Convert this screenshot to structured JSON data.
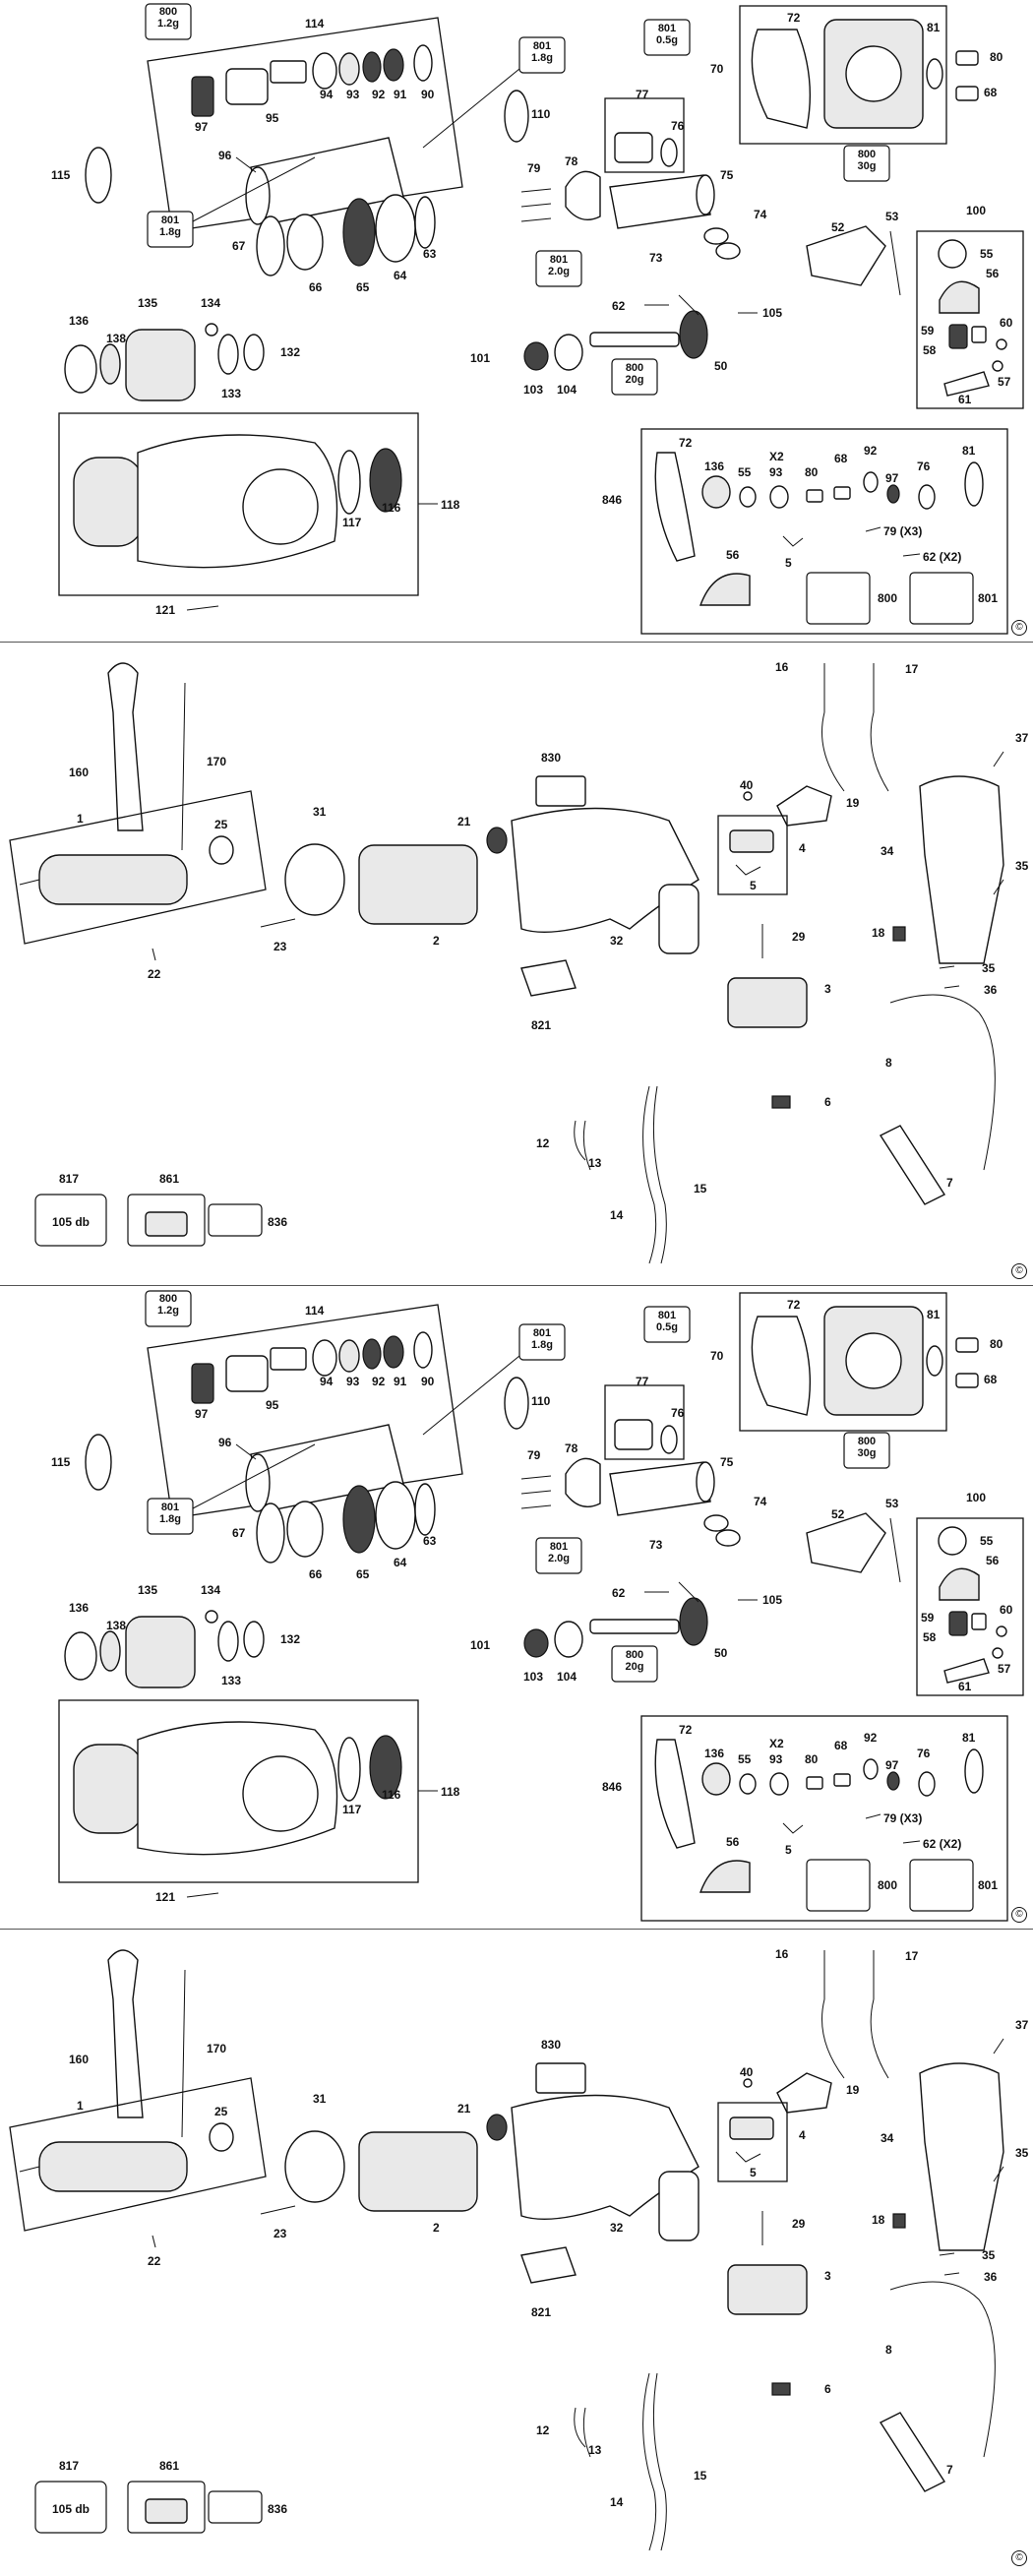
{
  "copyright_symbol": "©",
  "sheet_a": {
    "labels": {
      "p800_top": "800",
      "p800_top_w": "1.2g",
      "p114": "114",
      "p97": "97",
      "p95": "95",
      "p94": "94",
      "p93": "93",
      "p92": "92",
      "p91": "91",
      "p90": "90",
      "p96": "96",
      "p801_a": "801",
      "p801_a_w": "1.8g",
      "p801_b": "801",
      "p801_b_w": "1.8g",
      "p801_c": "801",
      "p801_c_w": "0.5g",
      "p801_d": "801",
      "p801_d_w": "2.0g",
      "p800_b": "800",
      "p800_b_w": "30g",
      "p800_c": "800",
      "p800_c_w": "20g",
      "p115": "115",
      "p67": "67",
      "p66": "66",
      "p65": "65",
      "p64": "64",
      "p63": "63",
      "p110": "110",
      "p77": "77",
      "p76": "76",
      "p79": "79",
      "p78": "78",
      "p75": "75",
      "p74": "74",
      "p73": "73",
      "p72": "72",
      "p81": "81",
      "p70": "70",
      "p80": "80",
      "p68": "68",
      "p52": "52",
      "p53": "53",
      "p100": "100",
      "p55": "55",
      "p56": "56",
      "p59": "59",
      "p58": "58",
      "p60": "60",
      "p57": "57",
      "p61": "61",
      "p136": "136",
      "p138": "138",
      "p135": "135",
      "p134": "134",
      "p133": "133",
      "p132": "132",
      "p62": "62",
      "p105": "105",
      "p101": "101",
      "p103": "103",
      "p104": "104",
      "p50": "50",
      "p118": "118",
      "p117": "117",
      "p116": "116",
      "p121": "121",
      "p846": "846",
      "k72": "72",
      "k136": "136",
      "k55": "55",
      "kX2": "X2",
      "k93": "93",
      "k80": "80",
      "k68": "68",
      "k92": "92",
      "k97": "97",
      "k76": "76",
      "k81": "81",
      "k79x3": "79 (X3)",
      "k5": "5",
      "k62x2": "62 (X2)",
      "k56": "56",
      "k800": "800",
      "k801": "801"
    }
  },
  "sheet_b": {
    "labels": {
      "p16": "16",
      "p17": "17",
      "p37": "37",
      "p160": "160",
      "p170": "170",
      "p830": "830",
      "p40": "40",
      "p19": "19",
      "p34": "34",
      "p4": "4",
      "p5": "5",
      "p21": "21",
      "p31": "31",
      "p1": "1",
      "p25": "25",
      "p35a": "35",
      "p35b": "35",
      "p36": "36",
      "p18": "18",
      "p29": "29",
      "p3": "3",
      "p2": "2",
      "p23": "23",
      "p32": "32",
      "p821": "821",
      "p8": "8",
      "p22": "22",
      "p6": "6",
      "p12": "12",
      "p13": "13",
      "p15": "15",
      "p14": "14",
      "p7": "7",
      "p817": "817",
      "p861": "861",
      "p836": "836",
      "db": "105 db"
    }
  }
}
